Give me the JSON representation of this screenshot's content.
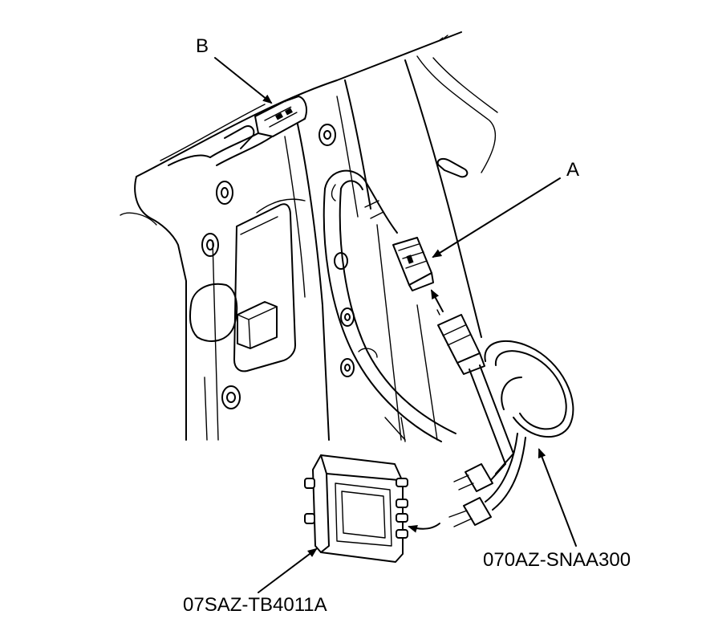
{
  "labels": {
    "callout_b": "B",
    "callout_a": "A",
    "harness_part": "070AZ-SNAA300",
    "module_part": "07SAZ-TB4011A"
  },
  "colors": {
    "line": "#000000",
    "background": "#ffffff"
  }
}
